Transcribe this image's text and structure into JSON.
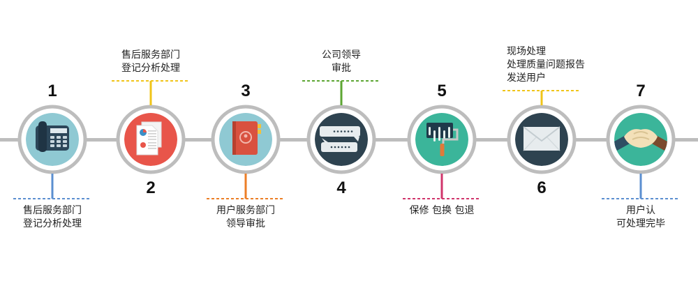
{
  "steps": [
    {
      "number": "1",
      "icon": "telephone-icon",
      "color": "#8fc9d3",
      "label_lines": [
        "售后服务部门",
        "登记分析处理"
      ],
      "dash_color": "#5b8fd0"
    },
    {
      "number": "2",
      "icon": "document-chart-icon",
      "color": "#e8554a",
      "label_lines": [
        "售后服务部门",
        "登记分析处理"
      ],
      "dash_color": "#f0c419"
    },
    {
      "number": "3",
      "icon": "notebook-icon",
      "color": "#8fc9d3",
      "label_lines": [
        "用户服务部门",
        "领导审批"
      ],
      "dash_color": "#ec7e26"
    },
    {
      "number": "4",
      "icon": "chat-bubbles-icon",
      "color": "#2e4350",
      "label_lines": [
        "公司领导",
        "审批"
      ],
      "dash_color": "#5da633"
    },
    {
      "number": "5",
      "icon": "paint-roller-icon",
      "color": "#3bb59a",
      "label_lines": [
        "保修 包换 包退"
      ],
      "dash_color": "#d0356b"
    },
    {
      "number": "6",
      "icon": "envelope-icon",
      "color": "#2e4350",
      "label_lines": [
        "现场处理",
        "处理质量问题报告",
        "发送用户"
      ],
      "dash_color": "#f0c419"
    },
    {
      "number": "7",
      "icon": "handshake-icon",
      "color": "#3bb59a",
      "label_lines": [
        "用户认",
        "可处理完毕"
      ],
      "dash_color": "#5b8fd0"
    }
  ]
}
